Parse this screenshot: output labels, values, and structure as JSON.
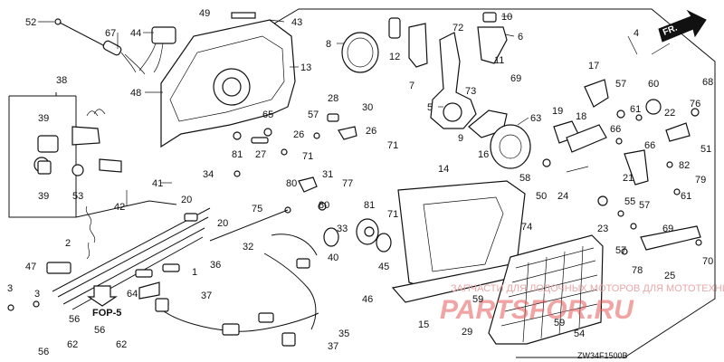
{
  "diagram": {
    "drawing_code": "ZW34F1500B",
    "direction_marker": "FR.",
    "fop_label": "FOP-5",
    "watermark": {
      "caption": "ЗАПЧАСТИ ДЛЯ ЛОДОЧНЫХ МОТОРОВ ДЛЯ МОТОТЕХНИКИ",
      "logo": "PARTSFOR.RU"
    },
    "callouts": {
      "c52": "52",
      "c67": "67",
      "c44": "44",
      "c49": "49",
      "c43": "43",
      "c13": "13",
      "c48": "48",
      "c38": "38",
      "c39a": "39",
      "c39b": "39",
      "c53": "53",
      "c41": "41",
      "c42": "42",
      "c8": "8",
      "c12": "12",
      "c7": "7",
      "c72": "72",
      "c10": "10",
      "c6": "6",
      "c11": "11",
      "c69a": "69",
      "c4": "4",
      "c5": "5",
      "c73": "73",
      "c63": "63",
      "c9": "9",
      "c16": "16",
      "c58": "58",
      "c50": "50",
      "c28": "28",
      "c30": "30",
      "c57a": "57",
      "c65": "65",
      "c26a": "26",
      "c26b": "26",
      "c71a": "71",
      "c81a": "81",
      "c27": "27",
      "c71b": "71",
      "c34": "34",
      "c80a": "80",
      "c31": "31",
      "c77": "77",
      "c80b": "80",
      "c81b": "81",
      "c71c": "71",
      "c75": "75",
      "c33": "33",
      "c40": "40",
      "c45": "45",
      "c46": "46",
      "c14": "14",
      "c74": "74",
      "c17": "17",
      "c57b": "57",
      "c60": "60",
      "c76": "76",
      "c68": "68",
      "c19": "19",
      "c18": "18",
      "c61a": "61",
      "c22": "22",
      "c66a": "66",
      "c66b": "66",
      "c51": "51",
      "c82": "82",
      "c21": "21",
      "c24": "24",
      "c79": "79",
      "c61b": "61",
      "c55": "55",
      "c23": "23",
      "c57c": "57",
      "c69b": "69",
      "c57d": "57",
      "c78": "78",
      "c25": "25",
      "c70": "70",
      "c20a": "20",
      "c20b": "20",
      "c2": "2",
      "c32": "32",
      "c1": "1",
      "c47": "47",
      "c36": "36",
      "c64": "64",
      "c37a": "37",
      "c35": "35",
      "c37b": "37",
      "c3a": "3",
      "c3b": "3",
      "c56a": "56",
      "c56b": "56",
      "c56c": "56",
      "c62a": "62",
      "c62b": "62",
      "c15": "15",
      "c59a": "59",
      "c59b": "59",
      "c29": "29",
      "c54": "54"
    }
  }
}
